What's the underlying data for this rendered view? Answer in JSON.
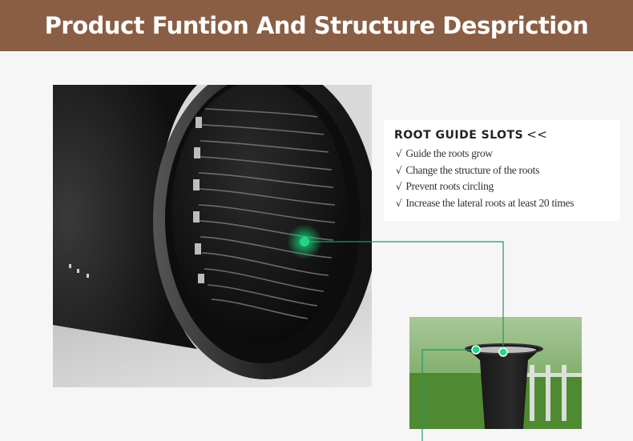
{
  "banner": {
    "title": "Product Funtion And Structure Despriction",
    "color": "#8a5e45"
  },
  "info": {
    "title": "ROOT GUIDE SLOTS",
    "title_icon": "double-chevron-left-icon",
    "title_arrows": "<<",
    "items": [
      {
        "check": "√",
        "text": "Guide the roots grow"
      },
      {
        "check": "√",
        "text": "Change the structure of the roots"
      },
      {
        "check": "√",
        "text": "Prevent roots circling"
      },
      {
        "check": "√",
        "text": "Increase the lateral roots at least 20 times"
      }
    ]
  },
  "callout": {
    "line_color": "#1e9a5e",
    "marker_color": "#19d07a"
  }
}
